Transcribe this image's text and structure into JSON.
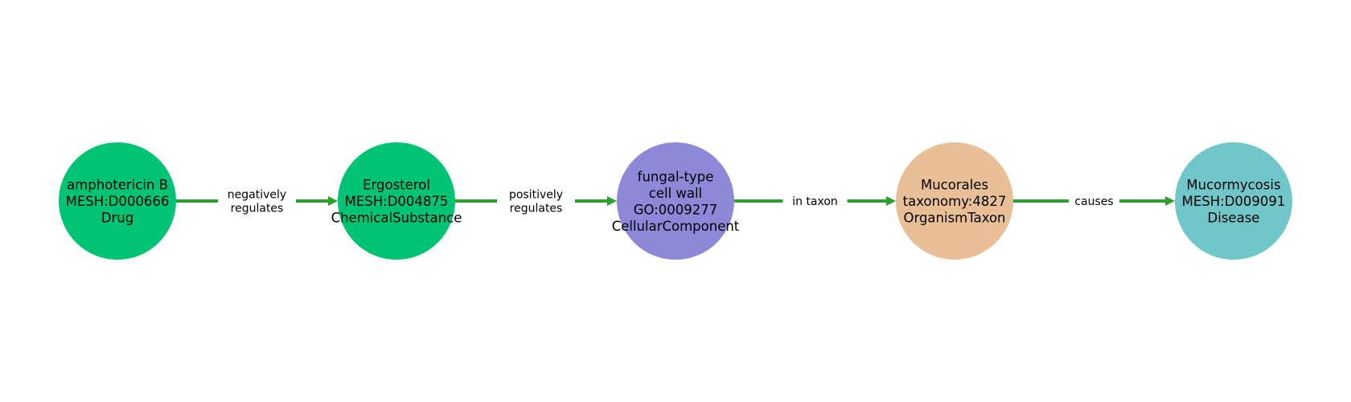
{
  "nodes": [
    {
      "lines": [
        "amphotericin B",
        "MESH:D000666",
        "Drug"
      ],
      "color": "#00c373"
    },
    {
      "lines": [
        "Ergosterol",
        "MESH:D004875",
        "ChemicalSubstance"
      ],
      "color": "#00c373"
    },
    {
      "lines": [
        "fungal-type",
        "cell wall",
        "GO:0009277",
        "CellularComponent"
      ],
      "color": "#8d89d8"
    },
    {
      "lines": [
        "Mucorales",
        "taxonomy:4827",
        "OrganismTaxon"
      ],
      "color": "#e9bf97"
    },
    {
      "lines": [
        "Mucormycosis",
        "MESH:D009091",
        "Disease"
      ],
      "color": "#71c6ca"
    }
  ],
  "edges": [
    {
      "from": 0,
      "to": 1,
      "lines": [
        "negatively",
        "regulates"
      ]
    },
    {
      "from": 1,
      "to": 2,
      "lines": [
        "positively",
        "regulates"
      ]
    },
    {
      "from": 2,
      "to": 3,
      "lines": [
        "in taxon"
      ]
    },
    {
      "from": 3,
      "to": 4,
      "lines": [
        "causes"
      ]
    }
  ],
  "edge_color": "#2ca02c"
}
